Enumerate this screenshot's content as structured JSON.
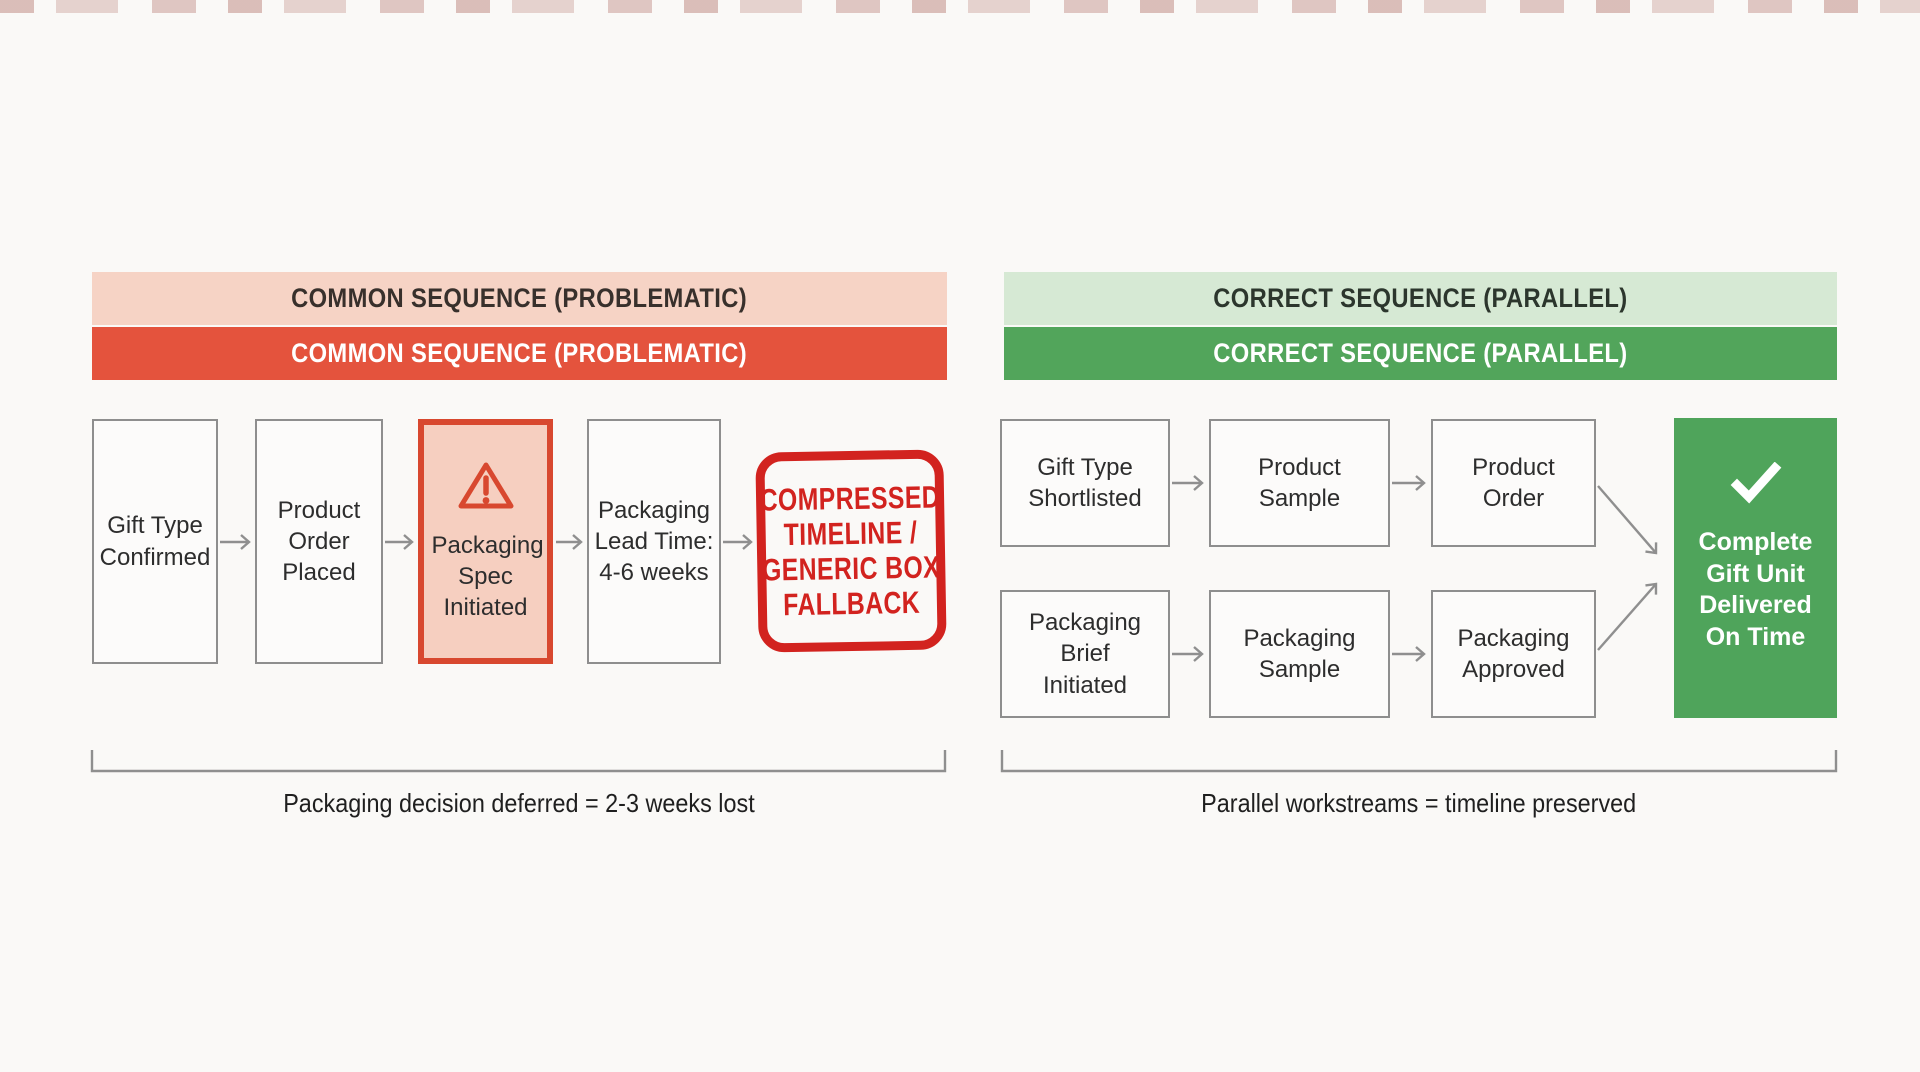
{
  "page": {
    "background_color": "#FAF9F7",
    "border_gray": "#8E8E8E",
    "text_color": "#2D2D2D"
  },
  "problem_flow": {
    "header_banner_top": "COMMON SEQUENCE (PROBLEMATIC)",
    "header_banner_bottom": "COMMON SEQUENCE (PROBLEMATIC)",
    "colors": {
      "banner_top_bg": "#F6D3C5",
      "banner_bottom_bg": "#E4533D",
      "warning_box_fill": "#F6CFC0",
      "warning_box_border": "#D8482F",
      "stamp_red": "#D2231F"
    },
    "steps": [
      {
        "label": "Gift Type Confirmed"
      },
      {
        "label": "Product Order Placed"
      },
      {
        "label": "Packaging Spec Initiated",
        "icon": "warning-triangle-icon"
      },
      {
        "label": "Packaging Lead Time: 4-6 weeks"
      }
    ],
    "stamp_lines": [
      "COMPRESSED",
      "TIMELINE /",
      "GENERIC BOX",
      "FALLBACK"
    ],
    "caption": "Packaging decision deferred = 2-3 weeks lost"
  },
  "parallel_flow": {
    "header_banner_top": "CORRECT SEQUENCE (PARALLEL)",
    "header_banner_bottom": "CORRECT SEQUENCE (PARALLEL)",
    "colors": {
      "banner_top_bg": "#D6E9D4",
      "banner_bottom_bg": "#52A55B",
      "result_bg": "#4FA45B"
    },
    "product_track": [
      {
        "label": "Gift Type Shortlisted"
      },
      {
        "label": "Product Sample"
      },
      {
        "label": "Product Order"
      }
    ],
    "packaging_track": [
      {
        "label": "Packaging Brief Initiated"
      },
      {
        "label": "Packaging Sample"
      },
      {
        "label": "Packaging Approved"
      }
    ],
    "result": {
      "icon": "checkmark-icon",
      "lines": [
        "Complete",
        "Gift Unit",
        "Delivered",
        "On Time"
      ]
    },
    "caption": "Parallel workstreams = timeline preserved"
  }
}
